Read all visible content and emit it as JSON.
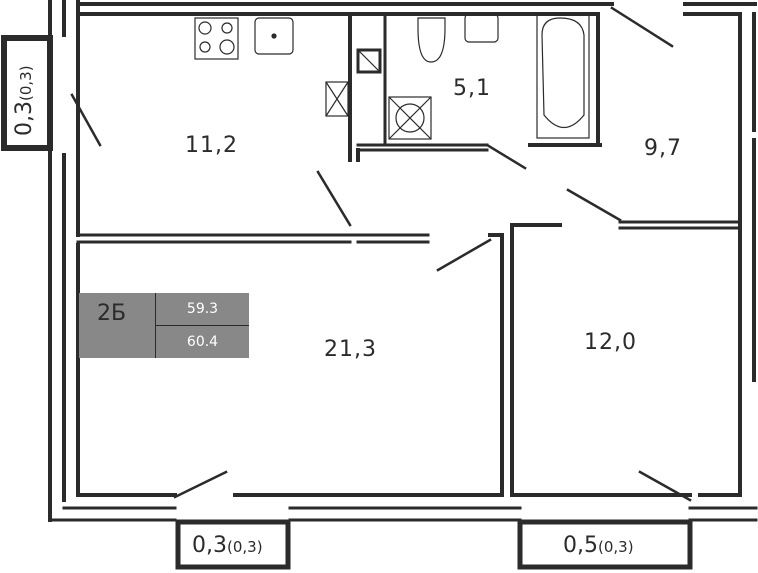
{
  "apartment": {
    "type": "2Б",
    "living_area": "59.3",
    "total_area": "60.4"
  },
  "rooms": [
    {
      "name": "kitchen",
      "area": "11,2"
    },
    {
      "name": "bathroom",
      "area": "5,1"
    },
    {
      "name": "bedroom-top-right",
      "area": "9,7"
    },
    {
      "name": "living-room",
      "area": "21,3"
    },
    {
      "name": "bedroom-bottom-right",
      "area": "12,0"
    }
  ],
  "balconies": [
    {
      "name": "left",
      "area": "0,3",
      "reduced": "(0,3)"
    },
    {
      "name": "bottom-left",
      "area": "0,3",
      "reduced": "(0,3)"
    },
    {
      "name": "bottom-right",
      "area": "0,5",
      "reduced": "(0,3)"
    }
  ],
  "colors": {
    "wall": "#2b2b2b",
    "badge": "#888888"
  }
}
